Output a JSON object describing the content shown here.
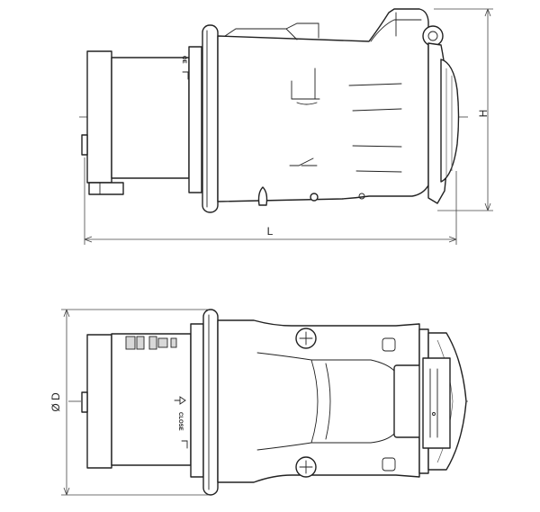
{
  "dimensions": {
    "length": "L",
    "height": "H",
    "diameter": "Ø D"
  },
  "side_view": {
    "marking": "OE"
  },
  "top_view": {
    "close_marking": "CLOSE"
  },
  "colors": {
    "line": "#222222",
    "background": "#ffffff"
  }
}
